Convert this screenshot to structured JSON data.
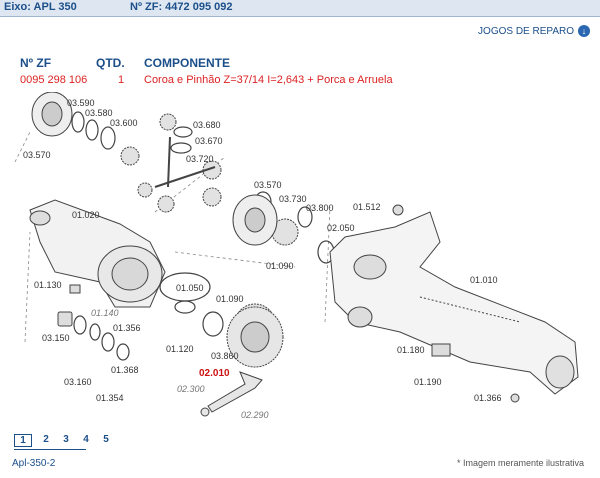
{
  "header": {
    "eixo": "Eixo: APL 350",
    "zf": "Nº ZF: 4472 095 092"
  },
  "link": {
    "label": "JOGOS DE REPARO",
    "icon": "download-icon"
  },
  "table": {
    "columns": [
      "Nº ZF",
      "QTD.",
      "COMPONENTE"
    ],
    "row": {
      "zf": "0095 298 106",
      "qtd": "1",
      "componente": "Coroa e Pinhão Z=37/14 I=2,643 + Porca e Arruela"
    }
  },
  "labels": [
    "03.590",
    "03.580",
    "03.600",
    "03.570",
    "03.680",
    "03.670",
    "03.720",
    "03.570",
    "03.730",
    "03.800",
    "02.050",
    "01.512",
    "01.020",
    "01.090",
    "01.010",
    "01.130",
    "01.050",
    "01.090",
    "03.150",
    "01.356",
    "01.120",
    "03.860",
    "01.180",
    "03.160",
    "01.368",
    "01.354",
    "01.190",
    "01.366"
  ],
  "highlight": "02.010",
  "optional": [
    "01.140",
    "02.300",
    "02.290"
  ],
  "pager": {
    "pages": [
      "1",
      "2",
      "3",
      "4",
      "5"
    ],
    "current": "1"
  },
  "footer": {
    "ref": "Apl-350-2",
    "note": "* Imagem meramente ilustrativa"
  }
}
